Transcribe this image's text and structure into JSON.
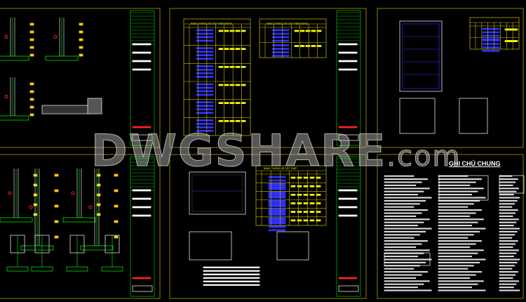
{
  "watermark": {
    "main": "DWGSHARE",
    "suffix": ".com"
  },
  "sheets": [
    {
      "id": "foundation-details"
    },
    {
      "id": "foundation-rebar-tables",
      "table_titles": [
        "BẢNG THỐNG KÊ CỐT THÉP MÓNG",
        "BẢNG THỐNG KÊ CỐT THÉP MÓNG"
      ]
    },
    {
      "id": "tank-plan"
    },
    {
      "id": "column-details"
    },
    {
      "id": "tank-plan-sections",
      "table_titles": [
        "BẢNG THỐNG KÊ CỐT THÉP"
      ]
    },
    {
      "id": "general-notes",
      "title": "GHI CHÚ CHUNG"
    }
  ],
  "colors": {
    "background": "#000000",
    "frame": "#c8b400",
    "titleblock": "#00c000",
    "rebar": "#3030ff",
    "text": "#ffffff",
    "dim": "#00ff00",
    "accent": "#ff2020"
  }
}
